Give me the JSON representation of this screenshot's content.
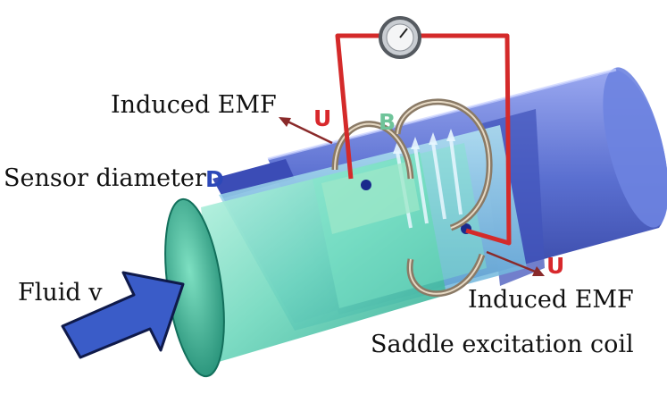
{
  "labels": {
    "induced_emf_top": "Induced EMF",
    "sensor_diameter": "Sensor diameter",
    "fluid": "Fluid v",
    "induced_emf_bottom": "Induced EMF",
    "saddle_coil": "Saddle excitation coil"
  },
  "symbols": {
    "voltage_top": "U",
    "magnetic_field": "B",
    "diameter": "D",
    "voltage_bottom": "U"
  },
  "colors": {
    "pipe": "#4a5ec4",
    "fluid": "#5fd3b0",
    "wire": "#d42a2a",
    "arrow": "#3a5cc8",
    "voltage_symbol": "#d8282c",
    "field_symbol": "#6fc49a",
    "diameter_symbol": "#2c48b8"
  },
  "icons": {
    "meter": "voltmeter-gauge-icon",
    "flow_arrow": "flow-direction-arrow-icon"
  }
}
